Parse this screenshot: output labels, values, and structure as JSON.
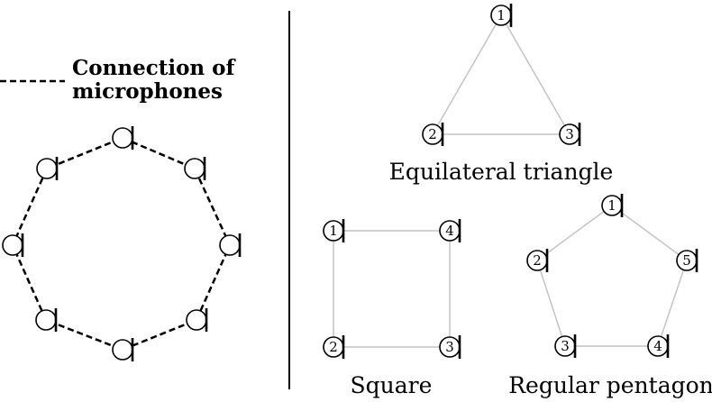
{
  "legend": {
    "line1": "Connection of",
    "line2": "microphones"
  },
  "arrays": {
    "triangle": {
      "caption": "Equilateral triangle",
      "labels": [
        "1",
        "2",
        "3"
      ]
    },
    "square": {
      "caption": "Square",
      "labels": [
        "1",
        "4",
        "2",
        "3"
      ]
    },
    "pentagon": {
      "caption": "Regular pentagon",
      "labels": [
        "1",
        "2",
        "5",
        "3",
        "4"
      ]
    }
  },
  "colors": {
    "connection_line": "#c4c4c4",
    "ink": "#000000"
  }
}
